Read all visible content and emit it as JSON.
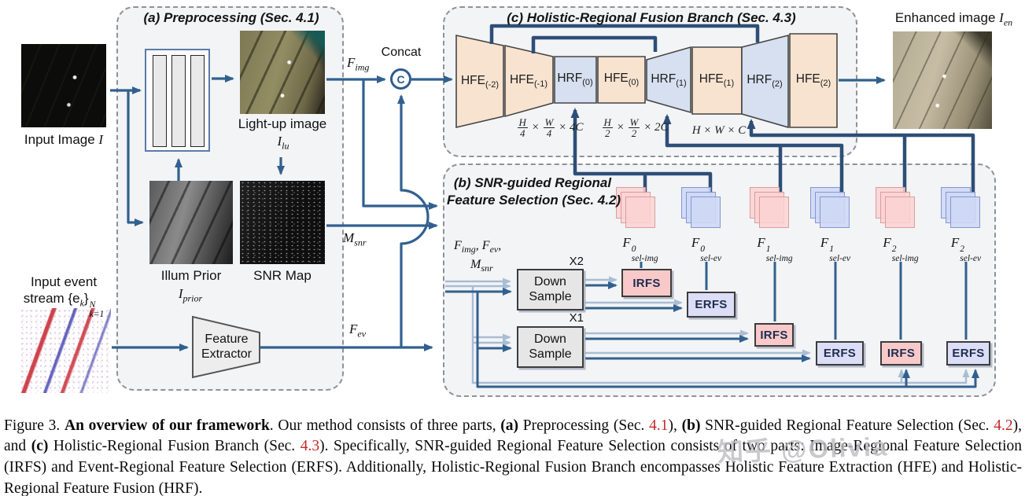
{
  "sections": {
    "a": {
      "title": "(a) Preprocessing (Sec. 4.1)"
    },
    "b": {
      "title_line1": "(b) SNR-guided Regional",
      "title_line2": "Feature Selection (Sec. 4.2)"
    },
    "c": {
      "title": "(c) Holistic-Regional Fusion Branch (Sec. 4.3)"
    }
  },
  "preprocessing": {
    "input_image_label": "Input Image",
    "input_image_math": "I",
    "lightup_label": "Light-up image",
    "lightup_math": "I",
    "lightup_sub": "lu",
    "illum_label": "Illum Prior",
    "illum_math": "I",
    "illum_sub": "prior",
    "snr_label": "SNR Map",
    "event_label_line1": "Input event",
    "event_pre": "stream {e",
    "event_sub": "k",
    "event_post": "}",
    "event_sup": "N",
    "event_subsup": "k=1",
    "feature_extractor_line1": "Feature",
    "feature_extractor_line2": "Extractor"
  },
  "flows": {
    "concat_label": "Concat",
    "concat_symbol": "C",
    "f_img_base": "F",
    "f_img_sub": "img",
    "m_snr_base": "M",
    "m_snr_sub": "snr",
    "f_ev_base": "F",
    "f_ev_sub": "ev"
  },
  "fusion": {
    "blocks": [
      {
        "base": "HFE",
        "sub": "(-2)"
      },
      {
        "base": "HFE",
        "sub": "(-1)"
      },
      {
        "base": "HRF",
        "sub": "(0)"
      },
      {
        "base": "HFE",
        "sub": "(0)"
      },
      {
        "base": "HRF",
        "sub": "(1)"
      },
      {
        "base": "HFE",
        "sub": "(1)"
      },
      {
        "base": "HRF",
        "sub": "(2)"
      },
      {
        "base": "HFE",
        "sub": "(2)"
      }
    ],
    "dims": [
      {
        "n1": "H",
        "d1": "4",
        "times1": "×",
        "n2": "W",
        "d2": "4",
        "times2": "×",
        "tail": "4C"
      },
      {
        "n1": "H",
        "d1": "2",
        "times1": "×",
        "n2": "W",
        "d2": "2",
        "times2": "×",
        "tail": "2C"
      },
      {
        "plain": "H × W × C"
      }
    ],
    "enhanced_label": "Enhanced image",
    "enhanced_math": "I",
    "enhanced_sub": "en"
  },
  "selection": {
    "inputs_l1a": "F",
    "inputs_l1s": "img",
    "inputs_l1b": ", F",
    "inputs_l1s2": "ev",
    "inputs_l1c": ",",
    "inputs_l2a": "M",
    "inputs_l2s": "snr",
    "x2_label": "X2",
    "x1_label": "X1",
    "down_sample_line1": "Down",
    "down_sample_line2": "Sample",
    "irfs_label": "IRFS",
    "erfs_label": "ERFS",
    "stacks": [
      {
        "base": "F",
        "sup": "0",
        "sub": "sel-img",
        "color": "pink"
      },
      {
        "base": "F",
        "sup": "0",
        "sub": "sel-ev",
        "color": "blue"
      },
      {
        "base": "F",
        "sup": "1",
        "sub": "sel-img",
        "color": "pink"
      },
      {
        "base": "F",
        "sup": "1",
        "sub": "sel-ev",
        "color": "blue"
      },
      {
        "base": "F",
        "sup": "2",
        "sub": "sel-img",
        "color": "pink"
      },
      {
        "base": "F",
        "sup": "2",
        "sub": "sel-ev",
        "color": "blue"
      }
    ]
  },
  "caption": {
    "seg1": "Figure 3. ",
    "seg2": "An overview of our framework",
    "seg3": ". Our method consists of three parts, ",
    "seg4": "(a)",
    "seg5": " Preprocessing (Sec. ",
    "seg6": "4.1",
    "seg7": "), ",
    "seg8": "(b)",
    "seg9": " SNR-guided Regional Feature Selection (Sec. ",
    "seg10": "4.2",
    "seg11": "), and ",
    "seg12": "(c)",
    "seg13": " Holistic-Regional Fusion Branch (Sec. ",
    "seg14": "4.3",
    "seg15": ").  Specifically, SNR-guided Regional Feature Selection consists of two parts: Image-Regional Feature Selection (IRFS) and Event-Regional Feature Selection (ERFS). Additionally, Holistic-Regional Fusion Branch encompasses Holistic Feature Extraction (HFE) and Holistic-Regional Feature Fusion (HRF)."
  },
  "watermark": "知乎 @Olivia",
  "colors": {
    "arrow": "#31608f",
    "skip_line": "#2d4e76",
    "light_arrow": "#a9bdd3",
    "hfe_fill": "#f8e3d0",
    "hrf_fill": "#d7e0f0",
    "irfs_fill": "#f9c9c9",
    "erfs_fill": "#dcddf6",
    "section_fill": "#f3f4f6",
    "caption_ref_red": "#c62828"
  }
}
